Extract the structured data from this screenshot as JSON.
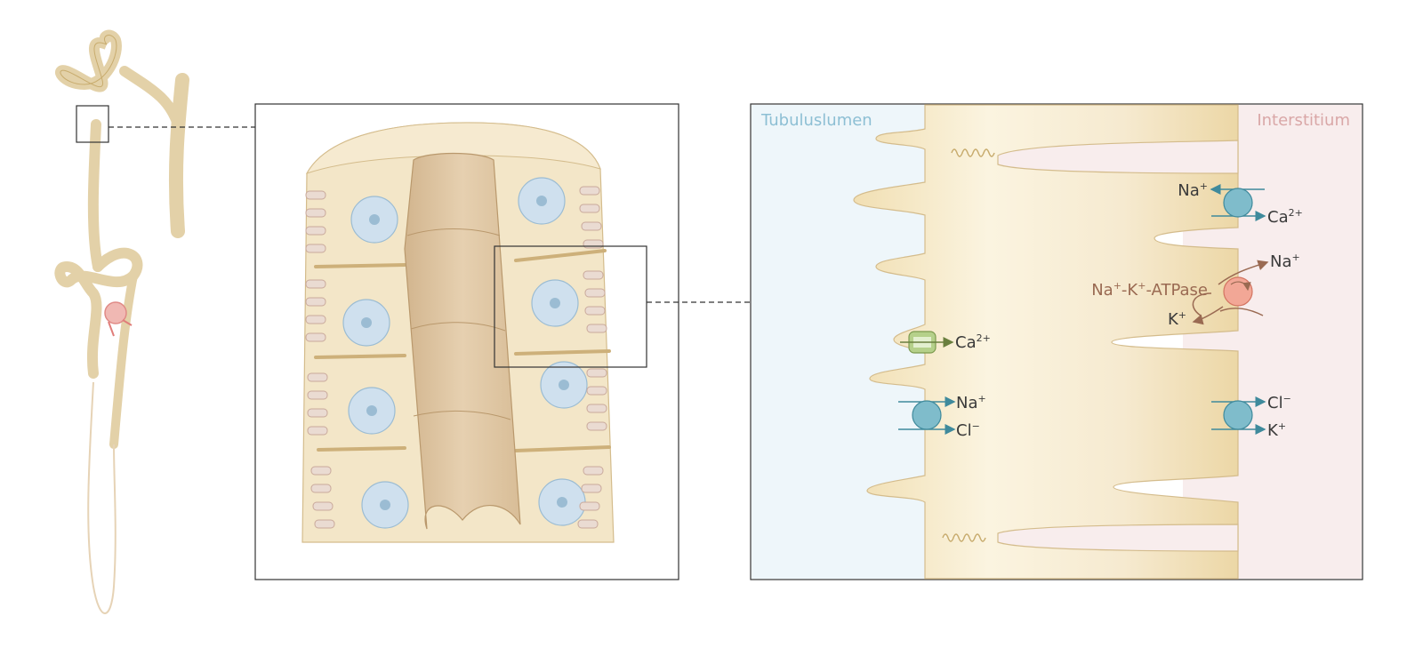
{
  "regions": {
    "lumen": "Tubuluslumen",
    "interstitium": "Interstitium"
  },
  "transporters": {
    "apical_channel": {
      "ion": "Ca",
      "charge": "2+"
    },
    "apical_cotransporter": {
      "ion1": "Na",
      "charge1": "+",
      "ion2": "Cl",
      "charge2": "−"
    },
    "basolateral_exchanger": {
      "ion1": "Na",
      "charge1": "+",
      "ion2": "Ca",
      "charge2": "2+"
    },
    "pump": {
      "label_na": "Na",
      "label_na_charge": "+",
      "label_dash1": "-",
      "label_k": "K",
      "label_k_charge": "+",
      "label_rest": "-ATPase",
      "out_ion": "Na",
      "out_charge": "+",
      "in_ion": "K",
      "in_charge": "+"
    },
    "basolateral_cotransporter": {
      "ion1": "Cl",
      "charge1": "−",
      "ion2": "K",
      "charge2": "+"
    }
  },
  "colors": {
    "tubule_fill": "#e3d1a8",
    "tubule_stroke": "#c8ac6e",
    "lumen_bg": "#eef6fa",
    "interstitium_bg": "#f8eded",
    "cell_fill": "#f5e8c7",
    "nucleus": "#cfe0ee",
    "transporter_blue": "#7fbccb",
    "channel_green": "#b5d08a",
    "pump_red": "#f2a796",
    "arrow_blue": "#3f8a9c",
    "arrow_brown": "#9a6a52"
  }
}
